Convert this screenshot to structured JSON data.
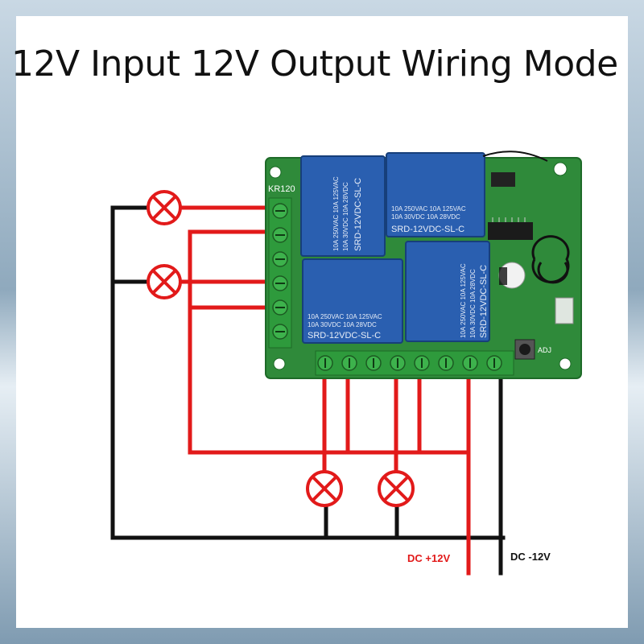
{
  "title": "12V Input 12V Output Wiring Mode",
  "board": {
    "model_label": "KR120",
    "relay_rating_line1": "10A 250VAC 10A 125VAC",
    "relay_rating_line2": "10A 30VDC 10A 28VDC",
    "relay_model": "SRD-12VDC-SL-C",
    "adj_label": "ADJ"
  },
  "power_labels": {
    "positive": "DC +12V",
    "negative": "DC -12V"
  },
  "colors": {
    "positive_wire": "#e21a1a",
    "negative_wire": "#111111",
    "pcb_green": "#2f8a3a",
    "relay_blue": "#2a5fb0",
    "terminal_green": "#2e9a3c"
  }
}
